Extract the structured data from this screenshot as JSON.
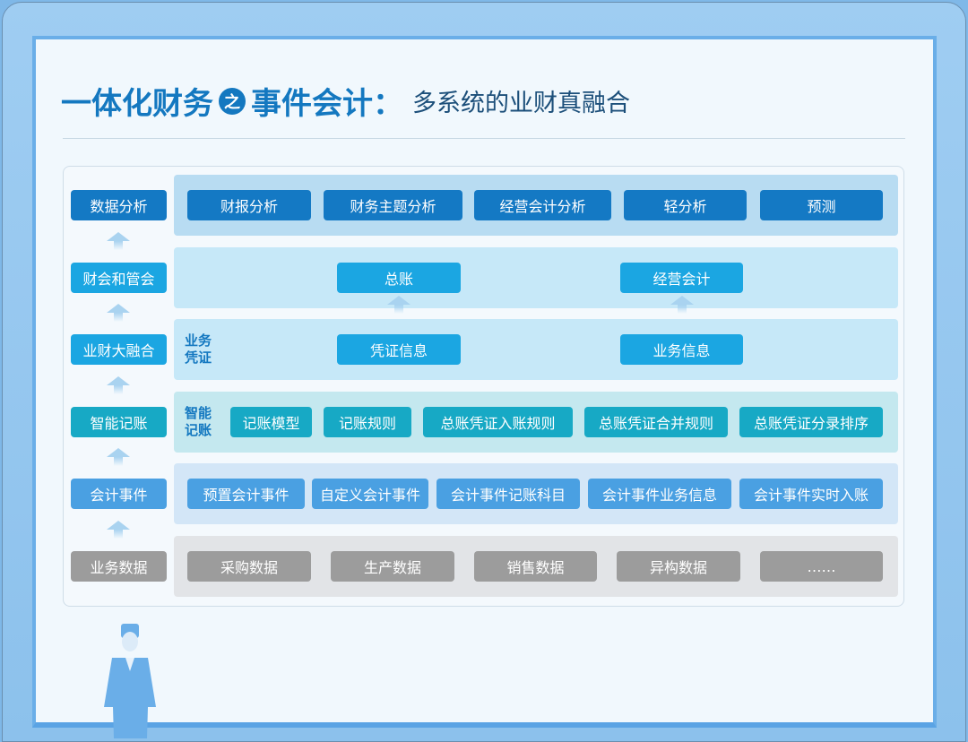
{
  "title": {
    "main1": "一体化财务",
    "zhi": "之",
    "main2": "事件会计：",
    "subtitle": "多系统的业财真融合"
  },
  "colors": {
    "analysis": "#1479c4",
    "ledger": "#1ba6e2",
    "smart": "#17a9c5",
    "event": "#4aa0e2",
    "data": "#9c9c9c"
  },
  "layers": [
    {
      "label": "数据分析",
      "items": [
        "财报分析",
        "财务主题分析",
        "经营会计分析",
        "轻分析",
        "预测"
      ]
    },
    {
      "label": "财会和管会",
      "items": [
        "总账",
        "经营会计"
      ]
    },
    {
      "label": "业财大融合",
      "side": "业务凭证",
      "items": [
        "凭证信息",
        "业务信息"
      ]
    },
    {
      "label": "智能记账",
      "side": "智能记账",
      "items": [
        "记账模型",
        "记账规则",
        "总账凭证入账规则",
        "总账凭证合并规则",
        "总账凭证分录排序"
      ]
    },
    {
      "label": "会计事件",
      "items": [
        "预置会计事件",
        "自定义会计事件",
        "会计事件记账科目",
        "会计事件业务信息",
        "会计事件实时入账"
      ]
    },
    {
      "label": "业务数据",
      "items": [
        "采购数据",
        "生产数据",
        "销售数据",
        "异构数据",
        "……"
      ]
    }
  ]
}
